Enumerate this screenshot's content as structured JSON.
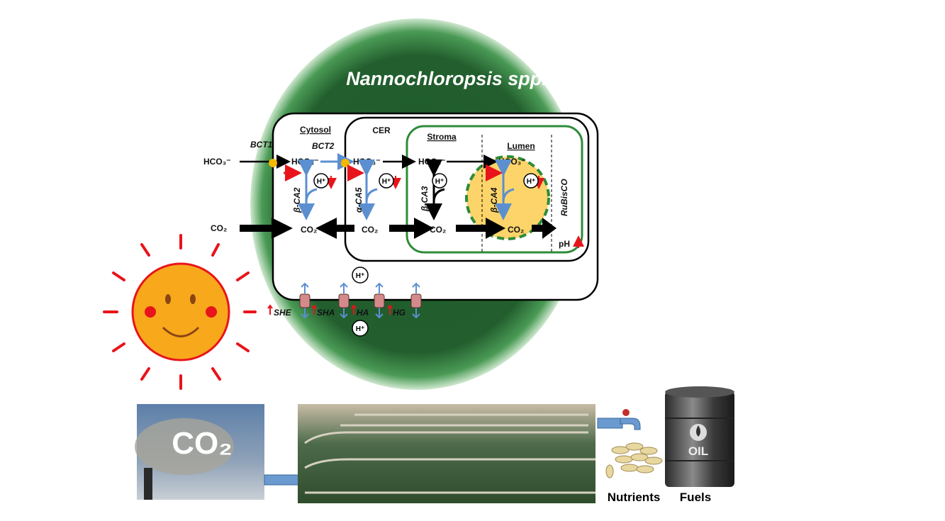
{
  "title": "Nannochloropsis spp.",
  "compartments": {
    "cytosol": "Cytosol",
    "cer": "CER",
    "stroma": "Stroma",
    "lumen": "Lumen"
  },
  "transporters": {
    "bct1": "BCT1",
    "bct2": "BCT2"
  },
  "species": {
    "hco3": "HCO₃⁻",
    "co2": "CO₂",
    "h": "H⁺",
    "ph": "pH"
  },
  "enzymes": {
    "ca2": "β-CA2",
    "ca5": "α-CA5",
    "ca3": "β-CA3",
    "ca4": "β-CA4",
    "rubisco": "RuBisCO"
  },
  "membrane_genes": [
    "SHE",
    "SHA",
    "HA",
    "HG"
  ],
  "bottom": {
    "co2_label": "CO₂",
    "oil_label": "OIL",
    "nutrients": "Nutrients",
    "fuels": "Fuels"
  },
  "colors": {
    "cell_green": "#1f6b2e",
    "lumen": "#fcd46a",
    "blue_arrow": "#5b8fd0",
    "red_arrow": "#e8141c",
    "sun": "#f7a81b"
  }
}
